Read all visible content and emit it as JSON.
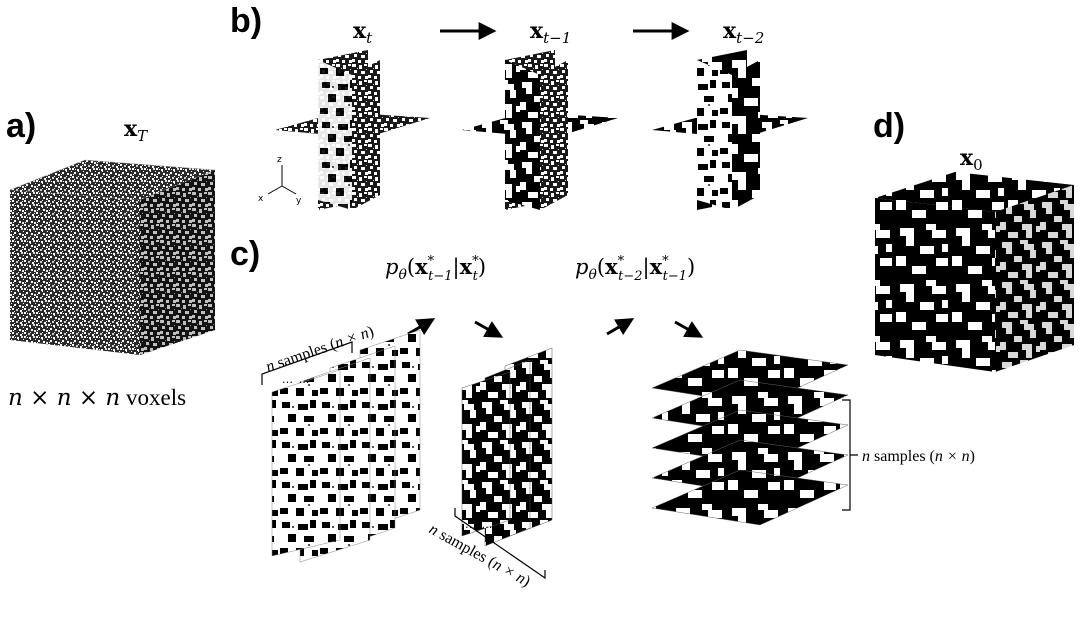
{
  "panels": {
    "a": {
      "label": "a)",
      "state_symbol": "x",
      "state_sub": "T",
      "caption_pre": "n × n  × n",
      "caption_post": " voxels"
    },
    "b": {
      "label": "b)",
      "steps": [
        {
          "symbol": "x",
          "sub": "t"
        },
        {
          "symbol": "x",
          "sub": "t−1"
        },
        {
          "symbol": "x",
          "sub": "t−2"
        }
      ],
      "axes": {
        "z": "z",
        "x": "x",
        "y": "y"
      }
    },
    "c": {
      "label": "c)",
      "transition_1": {
        "p": "p",
        "theta": "θ",
        "open": "(",
        "x1": "x",
        "sub1": "t−1",
        "bar": "|",
        "x2": "x",
        "sub2": "t",
        "close": ")",
        "star": "*"
      },
      "transition_2": {
        "p": "p",
        "theta": "θ",
        "open": "(",
        "x1": "x",
        "sub1": "t−2",
        "bar": "|",
        "x2": "x",
        "sub2": "t−1",
        "close": ")",
        "star": "*"
      },
      "samples_label": "n samples (n × n)",
      "samples_n": "n",
      "samples_text": " samples (",
      "samples_shape": "n × n",
      "samples_close": ")",
      "ellipsis": "… …"
    },
    "d": {
      "label": "d)",
      "state_symbol": "x",
      "state_sub": "0"
    }
  },
  "colors": {
    "solid": "#000000",
    "pore": "#ffffff",
    "ink": "#000000"
  }
}
